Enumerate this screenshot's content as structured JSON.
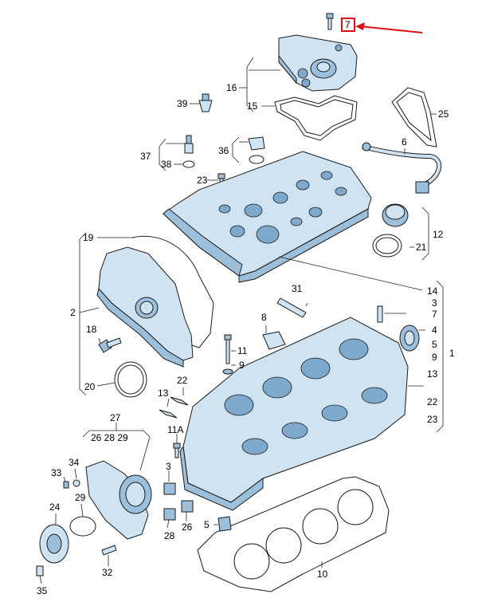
{
  "diagram": {
    "highlight_label": "7",
    "arrow_color": "#e01010",
    "part_fill_light": "#cfe3f3",
    "part_fill_dark": "#9cbfdc",
    "callouts": {
      "c7top": "7",
      "c16": "16",
      "c15": "15",
      "c39": "39",
      "c25": "25",
      "c6": "6",
      "c37": "37",
      "c38": "38",
      "c36": "36",
      "c23a": "23",
      "c12": "12",
      "c21": "21",
      "c19": "19",
      "c14": "14",
      "c31": "31",
      "c3a": "3",
      "c7b": "7",
      "c2": "2",
      "c8": "8",
      "c4": "4",
      "c18": "18",
      "c11": "11",
      "c5a": "5",
      "c9a": "9",
      "c1": "1",
      "c9b": "9",
      "c13a": "13",
      "c20": "20",
      "c22a": "22",
      "c22b": "22",
      "c13b": "13",
      "c23b": "23",
      "c27": "27",
      "c262829": "26 28 29",
      "c11a": "11A",
      "c34": "34",
      "c33": "33",
      "c3b": "3",
      "c29": "29",
      "c24": "24",
      "c26": "26",
      "c28": "28",
      "c5b": "5",
      "c32": "32",
      "c10": "10",
      "c35": "35"
    }
  }
}
